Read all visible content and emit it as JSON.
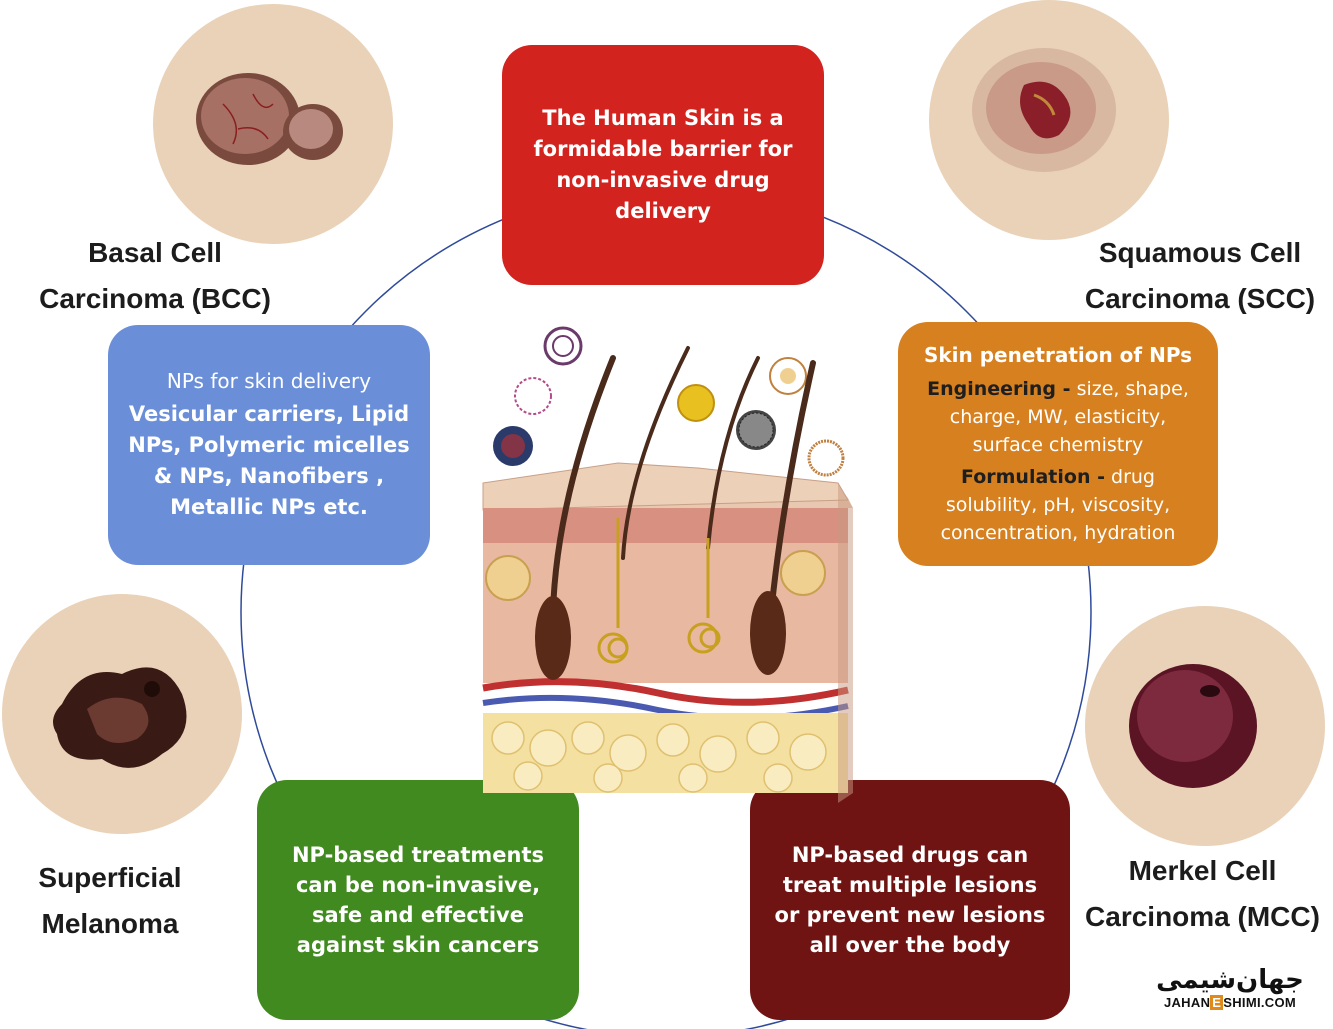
{
  "colors": {
    "ring": "#2f4a9a",
    "top_box": "#d2231e",
    "left_box": "#6a8fd8",
    "right_box": "#d6801f",
    "bottom_left_box": "#418a1f",
    "bottom_right_box": "#6f1413",
    "circle_bg": "#e9d2b8"
  },
  "labels": {
    "bcc": [
      "Basal Cell",
      "Carcinoma (BCC)"
    ],
    "scc": [
      "Squamous Cell",
      "Carcinoma (SCC)"
    ],
    "melanoma": [
      "Superficial",
      "Melanoma"
    ],
    "mcc": [
      "Merkel Cell",
      "Carcinoma (MCC)"
    ]
  },
  "boxes": {
    "top": [
      "The Human Skin is a",
      "formidable barrier for",
      "non-invasive drug",
      "delivery"
    ],
    "left": {
      "heading": "NPs for skin delivery",
      "lines": [
        "Vesicular carriers, Lipid",
        "NPs, Polymeric micelles",
        "& NPs, Nanofibers ,",
        "Metallic NPs etc."
      ]
    },
    "right": {
      "heading": "Skin penetration of NPs",
      "engineering_label": "Engineering -",
      "engineering_lines": [
        " size, shape,",
        "charge, MW, elasticity,",
        "surface chemistry"
      ],
      "formulation_label": "Formulation -",
      "formulation_lines": [
        " drug",
        "solubility, pH, viscosity,",
        "concentration, hydration"
      ]
    },
    "bottom_left": [
      "NP-based treatments",
      "can be non-invasive,",
      "safe and effective",
      "against skin cancers"
    ],
    "bottom_right": [
      "NP-based drugs can",
      "treat multiple lesions",
      "or  prevent new lesions",
      "all over the body"
    ]
  },
  "logo": {
    "persian": "جهان‌شیمی",
    "english_pre": "JAHAN",
    "english_e": "E",
    "english_post": "SHIMI.COM"
  }
}
